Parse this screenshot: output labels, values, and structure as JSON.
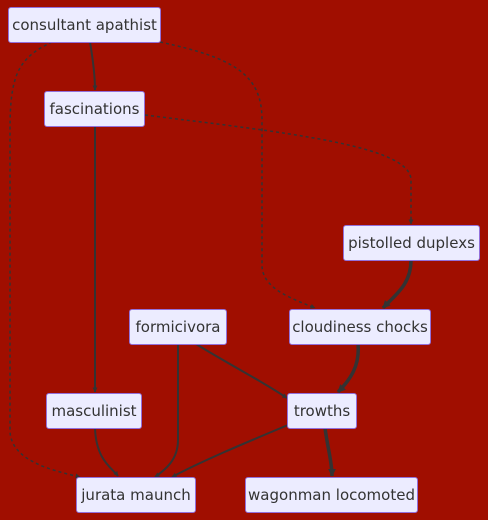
{
  "diagram": {
    "colors": {
      "background": "#a00e00",
      "node_fill": "#ececff",
      "node_border": "#9370db",
      "edge": "#333333",
      "text": "#333333"
    },
    "nodes": {
      "consultant_apathist": "consultant apathist",
      "fascinations": "fascinations",
      "pistolled_duplexs": "pistolled duplexs",
      "formicivora": "formicivora",
      "cloudiness_chocks": "cloudiness chocks",
      "masculinist": "masculinist",
      "trowths": "trowths",
      "jurata_maunch": "jurata maunch",
      "wagonman_locomoted": "wagonman locomoted"
    },
    "edges": [
      {
        "from": "consultant_apathist",
        "to": "fascinations",
        "style": "solid"
      },
      {
        "from": "consultant_apathist",
        "to": "cloudiness_chocks",
        "style": "dotted"
      },
      {
        "from": "consultant_apathist",
        "to": "jurata_maunch",
        "style": "dotted"
      },
      {
        "from": "fascinations",
        "to": "pistolled_duplexs",
        "style": "dotted"
      },
      {
        "from": "fascinations",
        "to": "masculinist",
        "style": "solid"
      },
      {
        "from": "pistolled_duplexs",
        "to": "cloudiness_chocks",
        "style": "thick"
      },
      {
        "from": "formicivora",
        "to": "trowths",
        "style": "solid"
      },
      {
        "from": "formicivora",
        "to": "jurata_maunch",
        "style": "solid"
      },
      {
        "from": "cloudiness_chocks",
        "to": "trowths",
        "style": "thick"
      },
      {
        "from": "masculinist",
        "to": "jurata_maunch",
        "style": "solid"
      },
      {
        "from": "trowths",
        "to": "jurata_maunch",
        "style": "solid"
      },
      {
        "from": "trowths",
        "to": "wagonman_locomoted",
        "style": "thick"
      }
    ]
  }
}
